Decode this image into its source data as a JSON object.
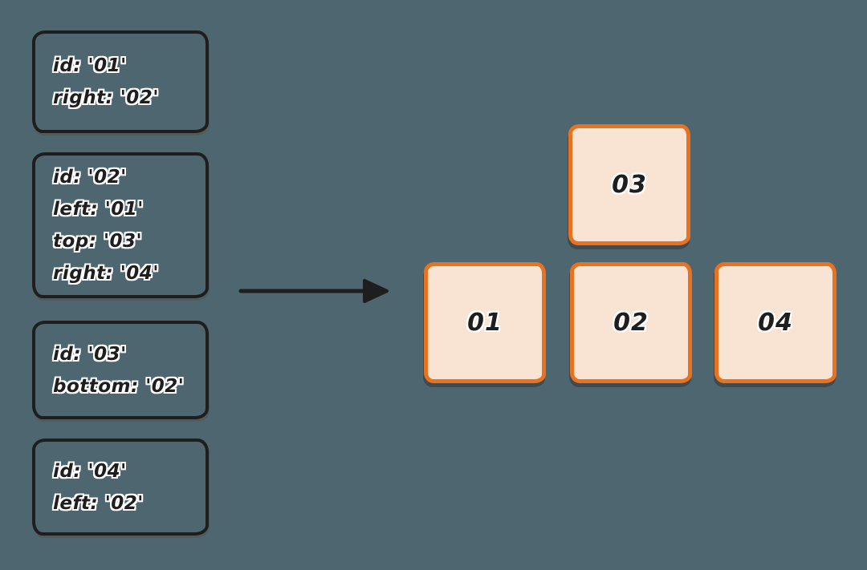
{
  "colors": {
    "background": "#4d6670",
    "stroke_dark": "#1e1e1e",
    "accent_orange": "#e8721f",
    "square_fill": "#f9e4d3",
    "text_halo": "#ffffff"
  },
  "definition_boxes": [
    {
      "id": "01",
      "lines": [
        "id: '01'",
        "right: '02'"
      ]
    },
    {
      "id": "02",
      "lines": [
        "id: '02'",
        "left: '01'",
        "top: '03'",
        "right: '04'"
      ]
    },
    {
      "id": "03",
      "lines": [
        "id: '03'",
        "bottom: '02'"
      ]
    },
    {
      "id": "04",
      "lines": [
        "id: '04'",
        "left: '02'"
      ]
    }
  ],
  "layout_squares": [
    {
      "label": "03"
    },
    {
      "label": "01"
    },
    {
      "label": "02"
    },
    {
      "label": "04"
    }
  ],
  "arrow": {
    "direction": "right"
  }
}
